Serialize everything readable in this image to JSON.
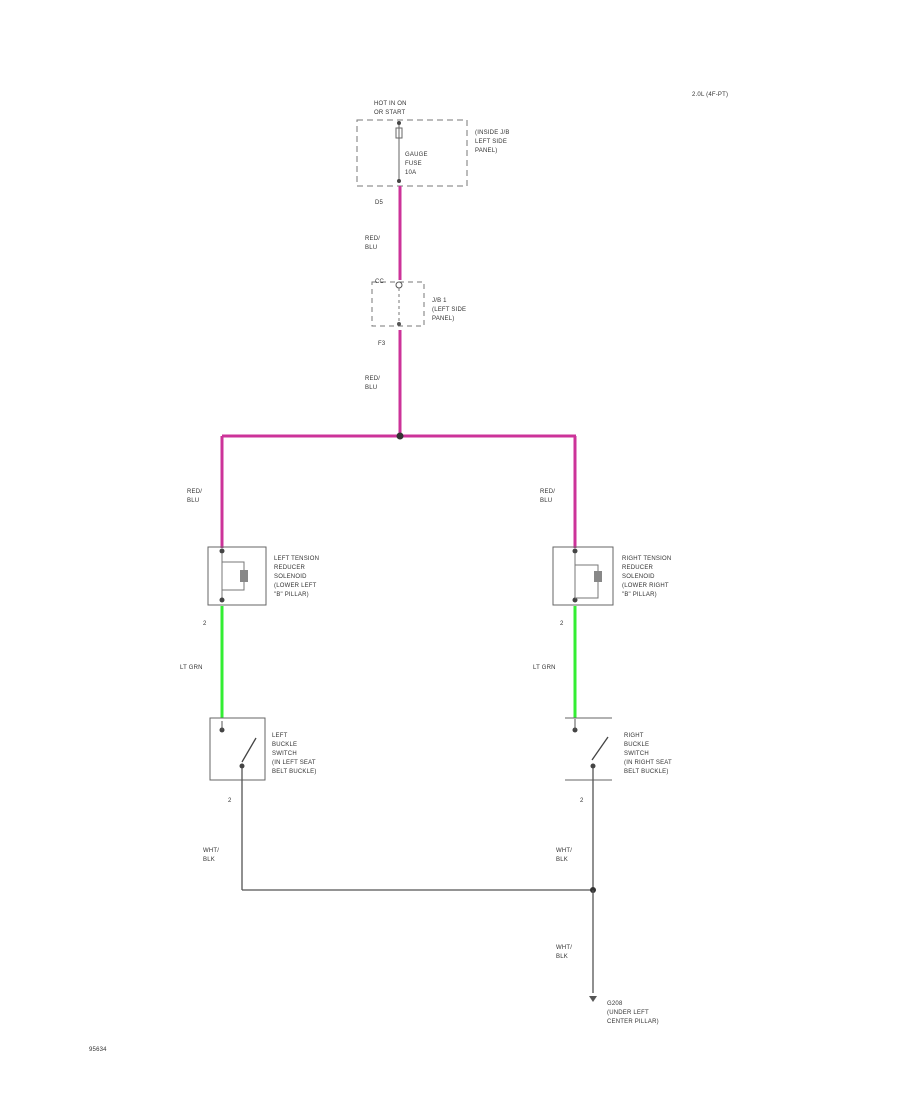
{
  "header": {
    "engine_label": "2.0L (4F-PT)"
  },
  "fuse": {
    "hot_label_line1": "HOT IN ON",
    "hot_label_line2": "OR START",
    "fuse_name_line1": "GAUGE",
    "fuse_name_line2": "FUSE",
    "fuse_name_line3": "10A",
    "location_line1": "(INSIDE J/B",
    "location_line2": "LEFT SIDE",
    "location_line3": "PANEL)",
    "pin": "D5"
  },
  "junction_block": {
    "pin_top": "CC",
    "pin_bottom": "F3",
    "name_line1": "J/B 1",
    "name_line2": "(LEFT SIDE",
    "name_line3": "PANEL)"
  },
  "wires": {
    "feed_1": {
      "line1": "RED/",
      "line2": "BLU"
    },
    "feed_2": {
      "line1": "RED/",
      "line2": "BLU"
    },
    "left_feed": {
      "line1": "RED/",
      "line2": "BLU"
    },
    "right_feed": {
      "line1": "RED/",
      "line2": "BLU"
    },
    "left_green": "LT GRN",
    "right_green": "LT GRN",
    "left_ground": {
      "line1": "WHT/",
      "line2": "BLK"
    },
    "right_ground": {
      "line1": "WHT/",
      "line2": "BLK"
    },
    "main_ground": {
      "line1": "WHT/",
      "line2": "BLK"
    }
  },
  "left_solenoid": {
    "pin": "2",
    "line1": "LEFT TENSION",
    "line2": "REDUCER",
    "line3": "SOLENOID",
    "line4": "(LOWER LEFT",
    "line5": "\"B\" PILLAR)"
  },
  "right_solenoid": {
    "pin": "2",
    "line1": "RIGHT TENSION",
    "line2": "REDUCER",
    "line3": "SOLENOID",
    "line4": "(LOWER RIGHT",
    "line5": "\"B\" PILLAR)"
  },
  "left_switch": {
    "pin": "2",
    "line1": "LEFT",
    "line2": "BUCKLE",
    "line3": "SWITCH",
    "line4": "(IN LEFT SEAT",
    "line5": "BELT BUCKLE)"
  },
  "right_switch": {
    "pin": "2",
    "line1": "RIGHT",
    "line2": "BUCKLE",
    "line3": "SWITCH",
    "line4": "(IN RIGHT SEAT",
    "line5": "BELT BUCKLE)"
  },
  "ground": {
    "line1": "G208",
    "line2": "(UNDER LEFT",
    "line3": "CENTER PILLAR)"
  },
  "footer": {
    "code": "95634"
  },
  "colors": {
    "red_blu_wire": "#cc3399",
    "red_blu_wire_light": "#e6a3d9",
    "lt_grn_wire": "#33ee33",
    "lt_grn_wire_light": "#a8f5a8",
    "black_wire": "#555555",
    "component_outline": "#666666"
  }
}
